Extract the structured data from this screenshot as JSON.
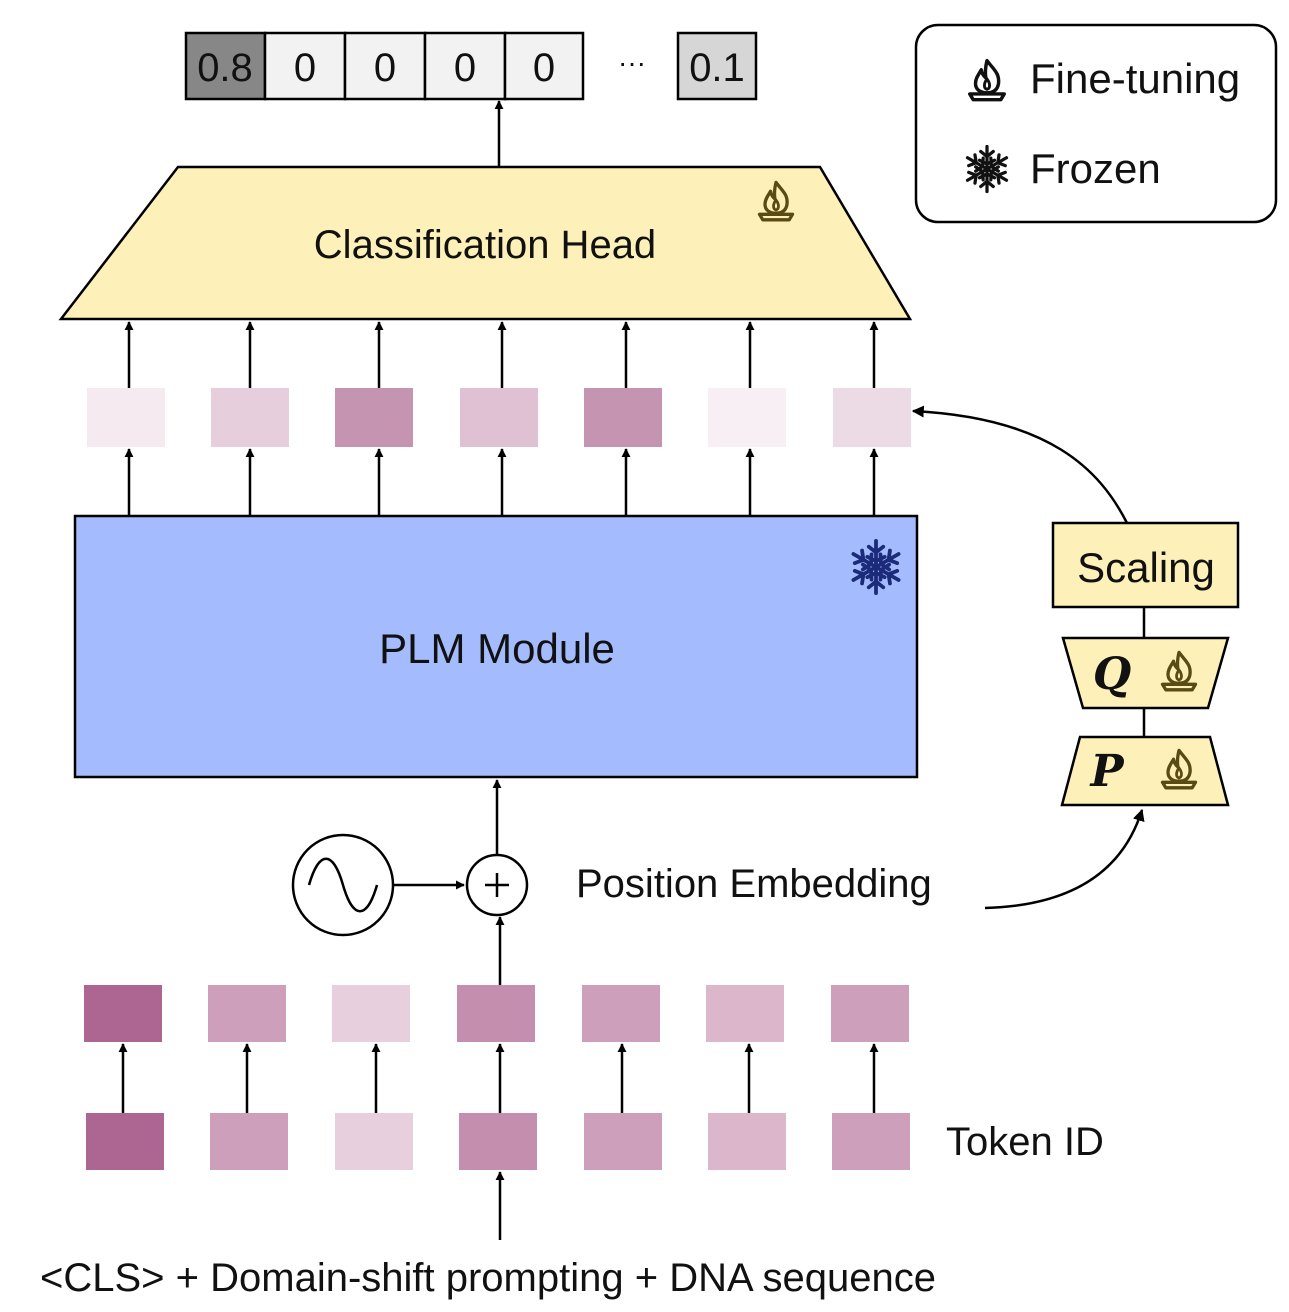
{
  "output_vector": {
    "cells": [
      "0.8",
      "0",
      "0",
      "0",
      "0"
    ],
    "ellipsis": "···",
    "last_cell": "0.1",
    "colors": {
      "highlight": "#878787",
      "normal": "#f2f2f2",
      "last": "#d6d6d6"
    }
  },
  "legend": {
    "fine_tuning": "Fine-tuning",
    "frozen": "Frozen",
    "fine_tuning_icon": "flame-icon",
    "frozen_icon": "snowflake-icon"
  },
  "classification_head": {
    "label": "Classification Head",
    "color": "#fdf0b8",
    "icon": "flame-icon"
  },
  "plm_module": {
    "label": "PLM Module",
    "color": "#a4bbfd",
    "icon": "snowflake-icon"
  },
  "scaling": {
    "label": "Scaling",
    "color": "#fdf0b8"
  },
  "q_block": {
    "label": "Q",
    "icon": "flame-icon"
  },
  "p_block": {
    "label": "P",
    "icon": "flame-icon"
  },
  "position_embedding": {
    "label": "Position Embedding",
    "sine_icon": "sine-wave-icon",
    "plus_icon": "plus-icon"
  },
  "token_id": {
    "label": "Token ID"
  },
  "input_text": "<CLS> + Domain-shift prompting + DNA sequence",
  "output_embeddings": {
    "colors": [
      "#f5eaf0",
      "#e7cedc",
      "#c594b1",
      "#e0c0d3",
      "#c594b1",
      "#f8eff4",
      "#ecdbe5"
    ]
  },
  "input_embeddings": {
    "colors": [
      "#ac6691",
      "#cd9fbb",
      "#e7cfdd",
      "#c48eae",
      "#cd9fbb",
      "#dcb6cb",
      "#cd9fbb"
    ]
  },
  "token_ids": {
    "colors": [
      "#ac6691",
      "#cd9fbb",
      "#e7cfdd",
      "#c48eae",
      "#cd9fbb",
      "#dcb6cb",
      "#cd9fbb"
    ]
  },
  "icon_color": "#5a4a14",
  "snow_color": "#1c2a7a"
}
